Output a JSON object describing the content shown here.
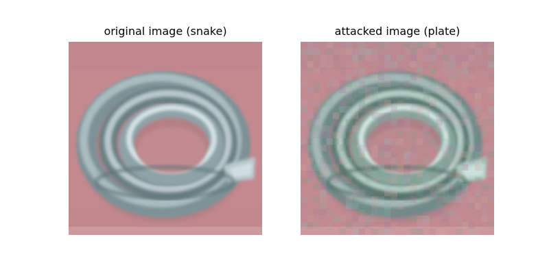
{
  "figure": {
    "panels": [
      {
        "title": "original image (snake)",
        "image_subject": "coiled grey-green snake on pink background",
        "noise": "none"
      },
      {
        "title": "attacked image (plate)",
        "image_subject": "same coiled snake with adversarial pixel noise",
        "noise": "adversarial"
      }
    ]
  },
  "colors": {
    "background_pink": "#c4898f",
    "snake_light": "#b9c8cc",
    "snake_mid": "#8da3a8",
    "snake_dark": "#5f7478",
    "snake_highlight": "#d6e3e6",
    "shadow": "#9c6f78"
  }
}
